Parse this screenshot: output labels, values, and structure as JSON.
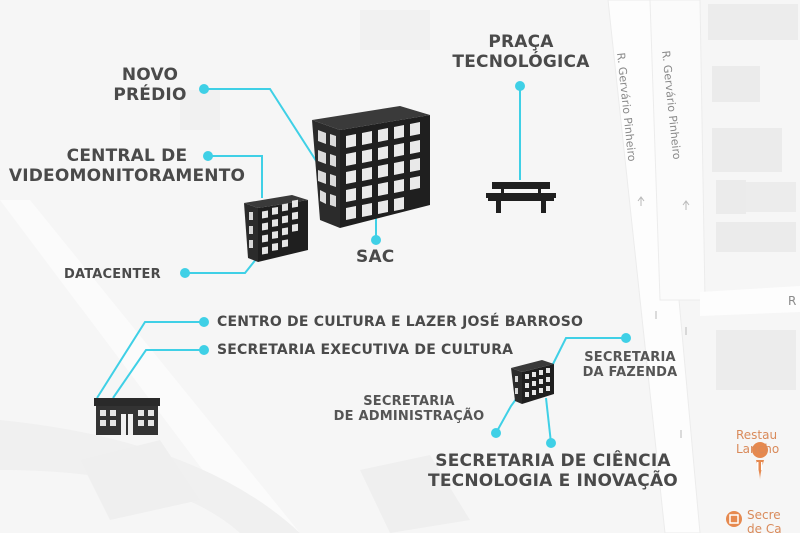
{
  "labels": {
    "novo_predio_line1": "NOVO",
    "novo_predio_line2": "PRÉDIO",
    "praca_line1": "PRAÇA",
    "praca_line2": "TECNOLÓGICA",
    "central_line1": "CENTRAL DE",
    "central_line2": "VIDEOMONITORAMENTO",
    "sac": "SAC",
    "datacenter": "DATACENTER",
    "centro_cultura": "CENTRO DE CULTURA E LAZER JOSÉ BARROSO",
    "secretaria_cultura": "SECRETARIA EXECUTIVA DE CULTURA",
    "fazenda_line1": "SECRETARIA",
    "fazenda_line2": "DA FAZENDA",
    "administracao_line1": "SECRETARIA",
    "administracao_line2": "DE ADMINISTRAÇÃO",
    "ciencia_line1": "SECRETARIA DE CIÊNCIA",
    "ciencia_line2": "TECNOLOGIA E INOVAÇÃO"
  },
  "streets": {
    "left": "R. Gervário Pinheiro",
    "right": "R. Gervário Pinheiro",
    "edge_letter": "R"
  },
  "poi": {
    "restaurant_line1": "Restau",
    "restaurant_line2": "Lancho",
    "secretaria_partial_line1": "Secre",
    "secretaria_partial_line2": "de Ca"
  },
  "icons": {
    "novo_predio": "office-building-icon",
    "central": "office-building-icon",
    "praca": "bench-icon",
    "cultura": "low-building-icon",
    "secretarias": "office-building-icon",
    "restaurant": "fork-knife-icon"
  },
  "colors": {
    "connector": "#3fd0e6",
    "label_text": "#4a4a4a",
    "map_background": "#f6f6f6",
    "road": "#ffffff",
    "block": "#eeeeee",
    "poi": "#e6894f"
  }
}
